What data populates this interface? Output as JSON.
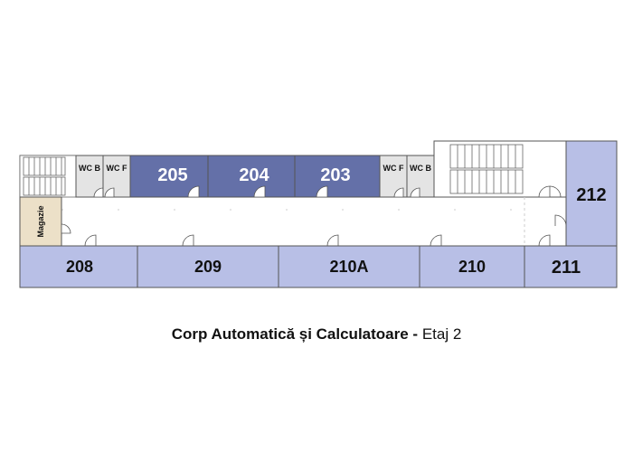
{
  "colors": {
    "dark_room": "#6470a8",
    "light_room": "#b8bfe6",
    "wc": "#e4e4e4",
    "storage": "#ece0c8",
    "outline": "#555555",
    "corridor": "#ffffff"
  },
  "rooms": {
    "r205": "205",
    "r204": "204",
    "r203": "203",
    "r208": "208",
    "r209": "209",
    "r210a": "210A",
    "r210": "210",
    "r211": "211",
    "r212": "212",
    "wc_b_left": "WC B",
    "wc_f_left": "WC F",
    "wc_f_right": "WC F",
    "wc_b_right": "WC B",
    "magazie": "Magazie"
  },
  "caption": {
    "building": "Corp Automatică și Calculatoare",
    "separator": " - ",
    "floor": "Etaj 2"
  }
}
